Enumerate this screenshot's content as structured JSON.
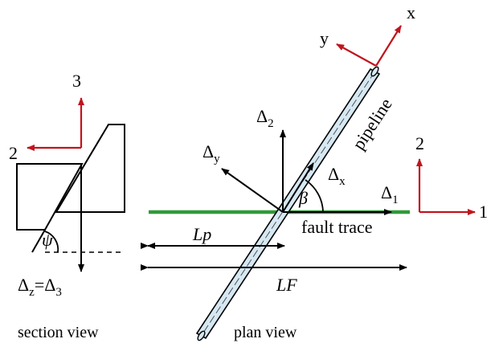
{
  "colors": {
    "axis_red": "#c0151e",
    "fault_green": "#2f9a38",
    "pipe_fill": "#d6e8f2",
    "ink": "#000000"
  },
  "section_axes": {
    "vertical": "3",
    "horizontal": "2"
  },
  "plan_axes": {
    "vertical": "2",
    "horizontal": "1"
  },
  "pipe_axes": {
    "x": "x",
    "y": "y"
  },
  "labels": {
    "pipeline": "pipeline",
    "fault_trace": "fault trace",
    "lp": "Lp",
    "lf": "LF",
    "beta": "β",
    "psi": "ψ",
    "delta_symbol": "Δ",
    "delta_2_sub": "2",
    "delta_1_sub": "1",
    "delta_y_sub": "y",
    "delta_x_sub": "x",
    "delta_z_sub": "z",
    "delta_3_sub": "3",
    "equals": "="
  },
  "captions": {
    "section": "section view",
    "plan": "plan view"
  }
}
